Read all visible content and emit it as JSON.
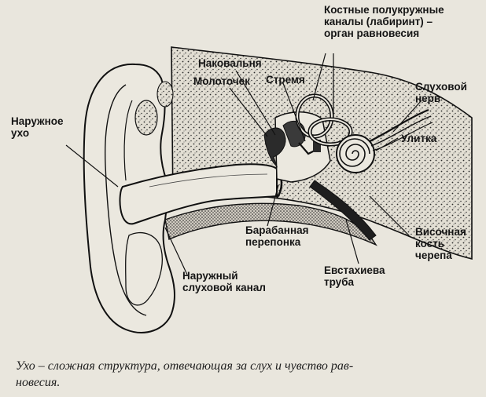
{
  "labels": {
    "outer_ear": [
      "Наружное",
      "ухо"
    ],
    "anvil": [
      "Наковальня"
    ],
    "hammer": [
      "Молоточек"
    ],
    "stirrup": [
      "Стремя"
    ],
    "semicircular_canals": [
      "Костные полукружные",
      "каналы (лабиринт) –",
      "орган равновесия"
    ],
    "auditory_nerve": [
      "Слуховой",
      "нерв"
    ],
    "cochlea": [
      "Улитка"
    ],
    "eardrum": [
      "Барабанная",
      "перепонка"
    ],
    "temporal_bone": [
      "Височная",
      "кость",
      "черепа"
    ],
    "eustachian_tube": [
      "Евстахиева",
      "труба"
    ],
    "ear_canal": [
      "Наружный",
      "слуховой канал"
    ]
  },
  "caption": [
    "Ухо –  сложная структура, отвечающая за слух и чувство рав-",
    "новесия."
  ]
}
